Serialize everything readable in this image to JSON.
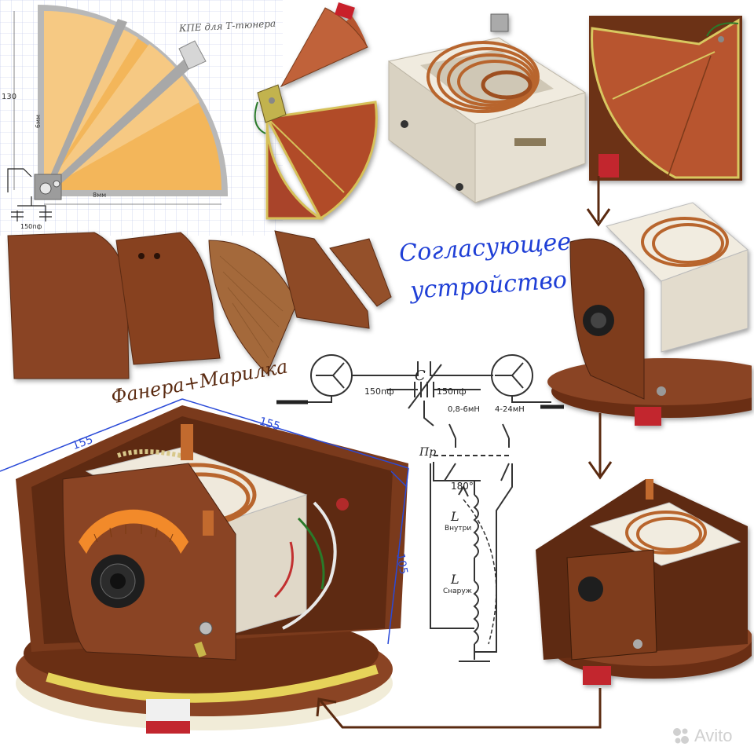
{
  "title": {
    "line1": "Согласующее",
    "line2": "устройство"
  },
  "material_caption": "Фанера+Марилка",
  "drawing": {
    "header": "КПЕ для Т-тюнера",
    "dim_height": "130",
    "dim_width": "8мм",
    "dim_side": "6мм",
    "cap_label": "150пф"
  },
  "dimensions": {
    "left_edge": "155",
    "top_edge": "155",
    "side_height": "105"
  },
  "schematic": {
    "c_label": "C",
    "c_left": "150пф",
    "c_right": "150пф",
    "l_inner_range": "0,8-6мН",
    "l_outer_range": "4-24мН",
    "switch_label": "Пр",
    "angle": "180°",
    "l_inner_label": "L",
    "l_inner_sub": "Внутри",
    "l_outer_label": "L",
    "l_outer_sub": "Снаруж"
  },
  "watermark": "Avito",
  "colors": {
    "wood": "#7a3a1c",
    "wood_dark": "#4e2410",
    "copper": "#b8652d",
    "ceramic": "#ece6d8",
    "blue_ink": "#1f3fd6",
    "arrow": "#5a2a10"
  }
}
